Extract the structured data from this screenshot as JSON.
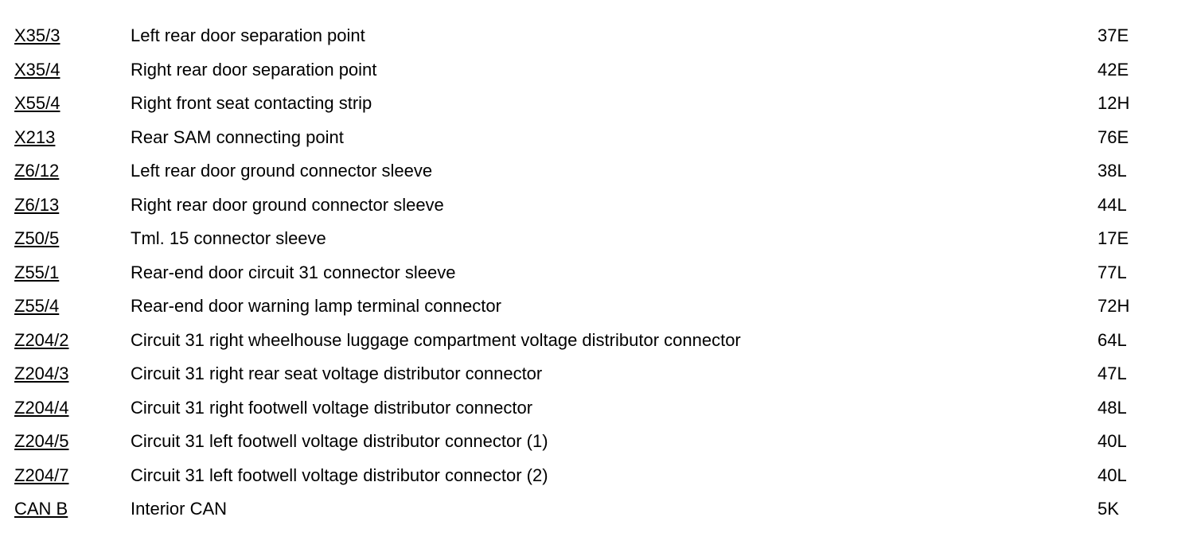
{
  "rows": [
    {
      "code": "X35/3",
      "description": "Left rear door separation point",
      "location": "37E"
    },
    {
      "code": "X35/4",
      "description": "Right rear door separation point",
      "location": "42E"
    },
    {
      "code": "X55/4",
      "description": "Right front seat contacting strip",
      "location": "12H"
    },
    {
      "code": "X213",
      "description": "Rear SAM connecting point",
      "location": "76E"
    },
    {
      "code": "Z6/12",
      "description": "Left rear door ground connector sleeve",
      "location": "38L"
    },
    {
      "code": "Z6/13",
      "description": "Right rear door ground connector sleeve",
      "location": "44L"
    },
    {
      "code": "Z50/5",
      "description": "Tml. 15 connector sleeve",
      "location": "17E"
    },
    {
      "code": "Z55/1",
      "description": "Rear-end door circuit 31 connector sleeve",
      "location": "77L"
    },
    {
      "code": "Z55/4",
      "description": "Rear-end door warning lamp terminal connector",
      "location": "72H"
    },
    {
      "code": "Z204/2",
      "description": "Circuit 31 right wheelhouse luggage compartment voltage distributor connector",
      "location": "64L"
    },
    {
      "code": "Z204/3",
      "description": "Circuit 31 right rear seat voltage distributor connector",
      "location": "47L"
    },
    {
      "code": "Z204/4",
      "description": "Circuit 31 right footwell voltage distributor connector",
      "location": "48L"
    },
    {
      "code": "Z204/5",
      "description": "Circuit 31 left footwell voltage distributor connector (1)",
      "location": "40L"
    },
    {
      "code": "Z204/7",
      "description": "Circuit 31 left footwell voltage distributor connector (2)",
      "location": "40L"
    },
    {
      "code": "CAN B",
      "description": "Interior CAN",
      "location": "5K"
    }
  ]
}
